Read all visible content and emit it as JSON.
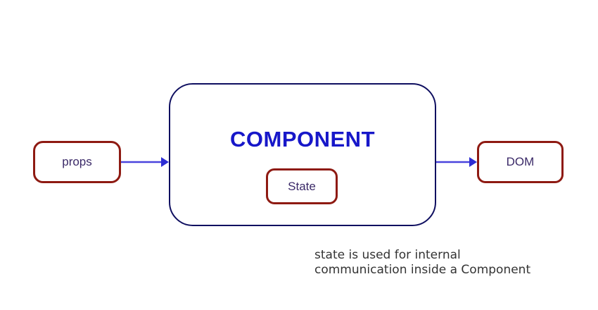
{
  "diagram": {
    "title": "COMPONENT",
    "nodes": {
      "props": {
        "label": "props"
      },
      "component": {
        "title": "COMPONENT"
      },
      "state": {
        "label": "State"
      },
      "dom": {
        "label": "DOM"
      }
    },
    "arrows": [
      {
        "name": "props-to-component",
        "direction": "right"
      },
      {
        "name": "component-to-dom",
        "direction": "right"
      }
    ],
    "caption": {
      "line1": "state is used for internal",
      "line2": "communication inside a Component"
    },
    "colors": {
      "background": "#ffffff",
      "red_box_border": "#8e1a12",
      "component_border": "#0f0f60",
      "component_title_text": "#1717c9",
      "node_label_text": "#3b2a68",
      "arrow_line": "#4a44dd",
      "arrow_head": "#2d2dd4",
      "caption_text": "#333333"
    }
  }
}
